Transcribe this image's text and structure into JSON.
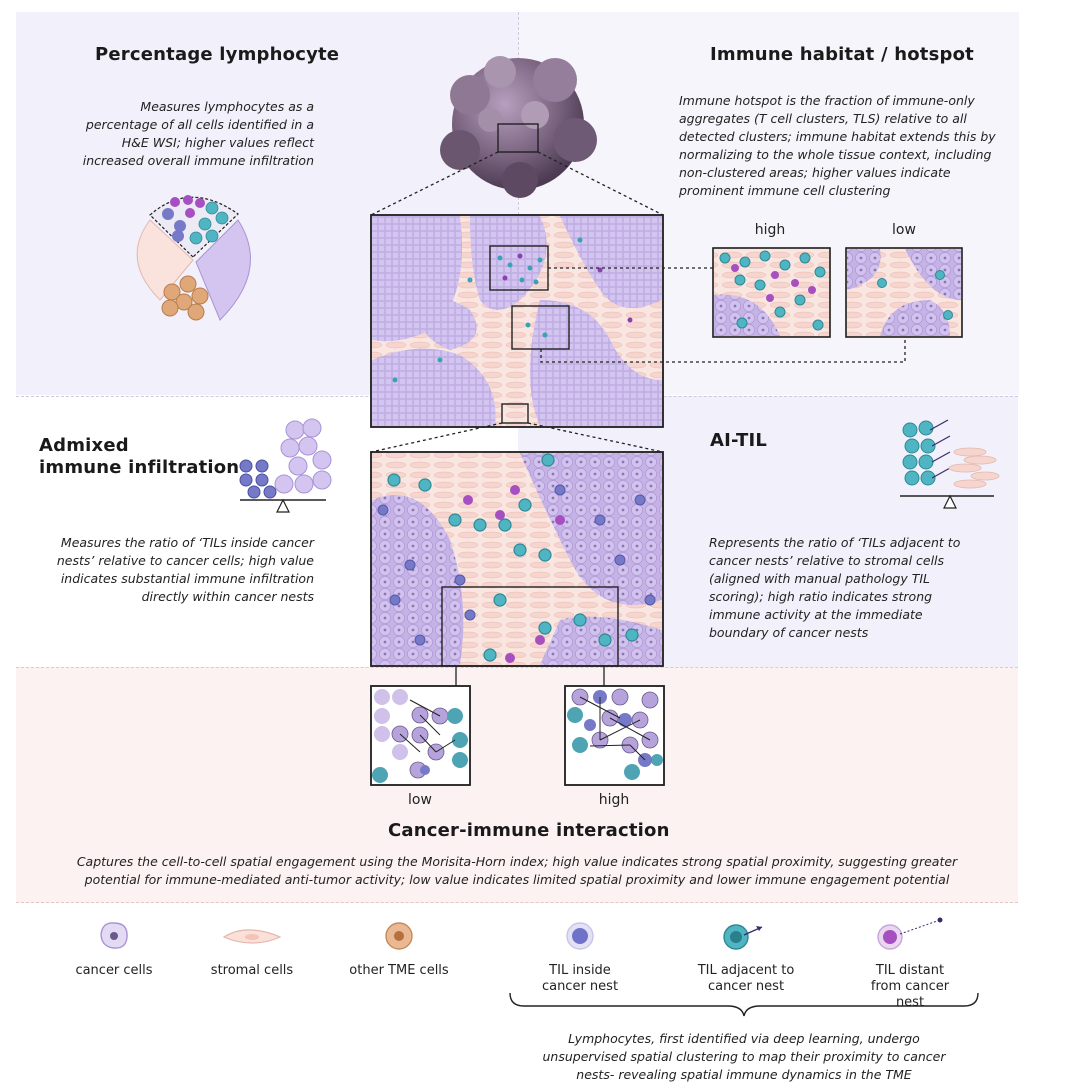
{
  "colors": {
    "panel_purple": "#f2f0fa",
    "panel_pink": "#fcf2f2",
    "tissue": "#c9b5e6",
    "stroma": "#f7ddd7",
    "til_inside": "#7579c8",
    "til_adjacent": "#4fb5c2",
    "til_distant": "#a64fc0",
    "other_tme": "#e0a878"
  },
  "percentage_lymphocyte": {
    "title": "Percentage lymphocyte",
    "description": "Measures lymphocytes as a percentage of all cells identified in a H&E WSI; higher values reflect increased overall immune infiltration"
  },
  "immune_habitat": {
    "title": "Immune habitat / hotspot",
    "description": "Immune hotspot is the fraction of immune-only aggregates (T cell clusters, TLS) relative to all detected clusters; immune habitat extends this by normalizing to the whole tissue context, including non-clustered areas; higher values indicate prominent immune cell clustering",
    "high_label": "high",
    "low_label": "low"
  },
  "admixed": {
    "title_line1": "Admixed",
    "title_line2": "immune infiltration",
    "description": "Measures the ratio of ‘TILs inside cancer nests’ relative to cancer cells; high value indicates substantial immune infiltration directly within cancer nests"
  },
  "ai_til": {
    "title": "AI-TIL",
    "description": "Represents the ratio of ‘TILs adjacent to cancer nests’ relative to stromal cells (aligned with manual pathology TIL scoring); high ratio indicates strong immune activity at the immediate boundary of cancer nests"
  },
  "cancer_immune": {
    "title": "Cancer-immune interaction",
    "low_label": "low",
    "high_label": "high",
    "description": "Captures the cell-to-cell spatial engagement using the Morisita-Horn index; high value indicates strong spatial proximity, suggesting greater potential for immune-mediated anti-tumor activity; low value indicates limited spatial proximity and lower immune engagement potential"
  },
  "legend": {
    "items": [
      {
        "label": "cancer cells",
        "icon": "cancer-cell-icon"
      },
      {
        "label": "stromal cells",
        "icon": "stromal-cell-icon"
      },
      {
        "label": "other TME cells",
        "icon": "other-tme-cell-icon"
      },
      {
        "label": "TIL inside cancer nest",
        "icon": "til-inside-icon"
      },
      {
        "label": "TIL adjacent to cancer nest",
        "icon": "til-adjacent-icon"
      },
      {
        "label": "TIL distant from cancer nest",
        "icon": "til-distant-icon"
      }
    ],
    "footnote": "Lymphocytes, first identified via deep learning, undergo unsupervised spatial clustering to map their proximity to cancer nests- revealing spatial immune dynamics in the TME"
  }
}
